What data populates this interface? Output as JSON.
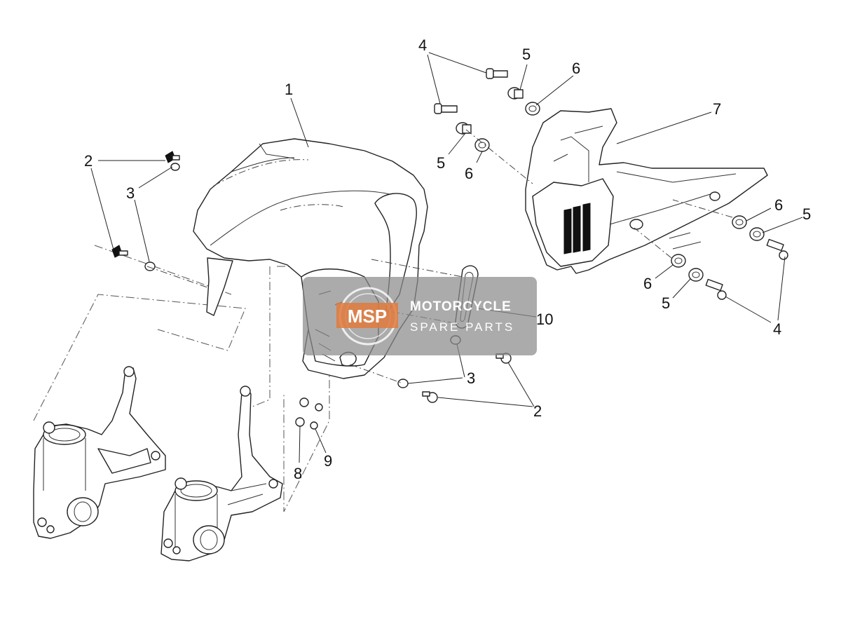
{
  "callouts": {
    "c1": "1",
    "c2_left": "2",
    "c2_right": "2",
    "c3_left": "3",
    "c3_right": "3",
    "c4_top": "4",
    "c4_bottom": "4",
    "c5_top": "5",
    "c5_mid": "5",
    "c5_right": "5",
    "c5_bottom": "5",
    "c6_top": "6",
    "c6_mid": "6",
    "c6_right": "6",
    "c6_bottom": "6",
    "c7": "7",
    "c8": "8",
    "c9": "9",
    "c10": "10"
  },
  "watermark": {
    "logo_text": "MSP",
    "title": "MOTORCYCLE",
    "subtitle": "SPARE PARTS"
  },
  "colors": {
    "line": "#222222",
    "watermark_bg": "#8a8a8a",
    "watermark_logo": "#e07a3c"
  }
}
